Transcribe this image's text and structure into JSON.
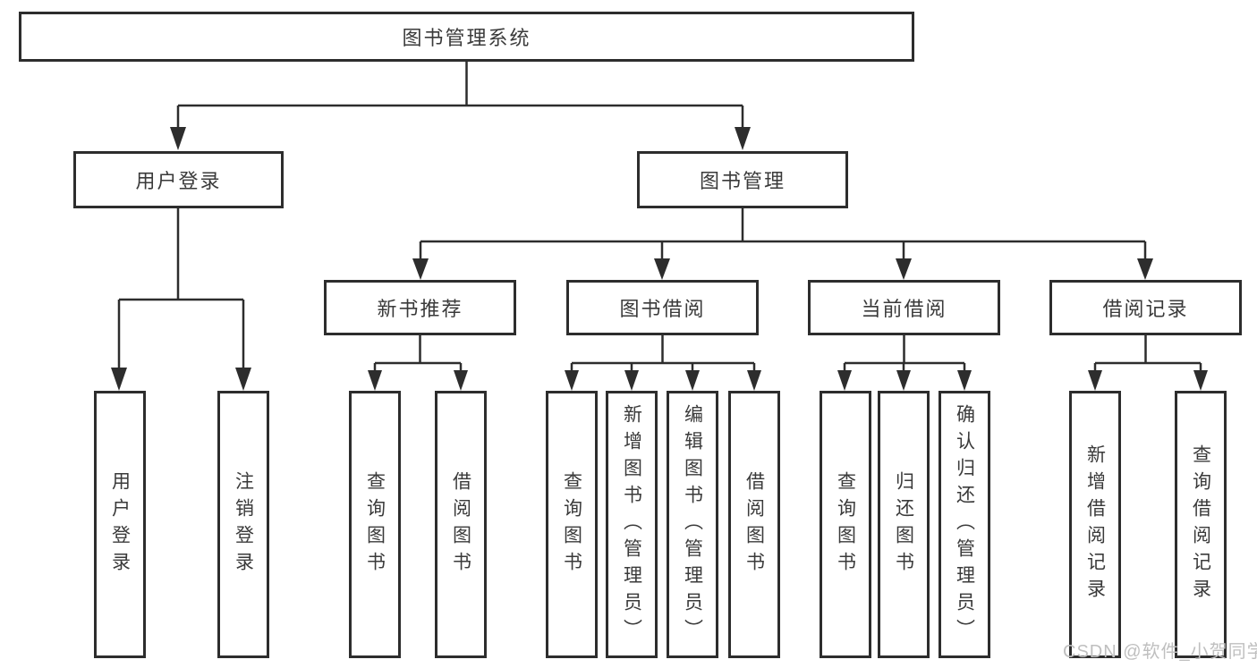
{
  "colors": {
    "line": "#2d2d2d",
    "text": "#3a3a3a",
    "watermark": "#bfbfbf",
    "background": "#ffffff"
  },
  "watermark": "CSDN @软件_小贺同学",
  "tree": {
    "root": "图书管理系统",
    "branches": [
      {
        "label": "用户登录",
        "children": [
          {
            "label": "用户登录"
          },
          {
            "label": "注销登录"
          }
        ]
      },
      {
        "label": "图书管理",
        "groups": [
          {
            "label": "新书推荐",
            "children": [
              {
                "label": "查询图书"
              },
              {
                "label": "借阅图书"
              }
            ]
          },
          {
            "label": "图书借阅",
            "children": [
              {
                "label": "查询图书"
              },
              {
                "label": "新增图书（管理员）"
              },
              {
                "label": "编辑图书（管理员）"
              },
              {
                "label": "借阅图书"
              }
            ]
          },
          {
            "label": "当前借阅",
            "children": [
              {
                "label": "查询图书"
              },
              {
                "label": "归还图书"
              },
              {
                "label": "确认归还（管理员）"
              }
            ]
          },
          {
            "label": "借阅记录",
            "children": [
              {
                "label": "新增借阅记录"
              },
              {
                "label": "查询借阅记录"
              }
            ]
          }
        ]
      }
    ]
  }
}
